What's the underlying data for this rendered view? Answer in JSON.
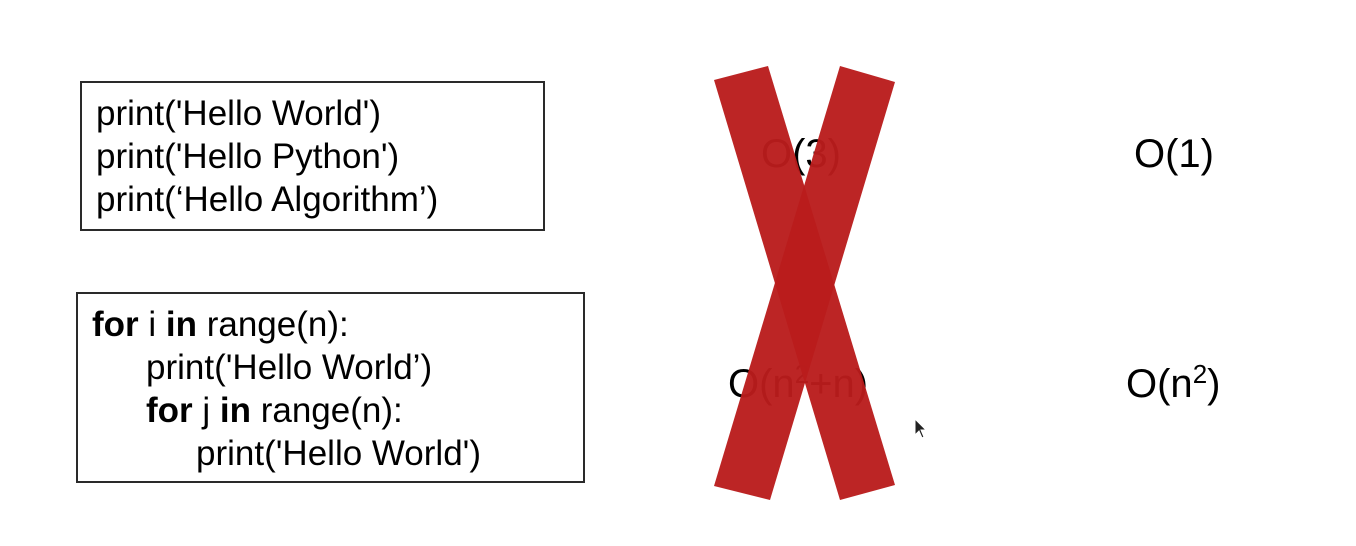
{
  "block_constant": {
    "lines": [
      "print('Hello World')",
      "print('Hello Python')",
      "print(‘Hello Algorithm’)"
    ]
  },
  "block_loop": {
    "line1": {
      "kw1": "for",
      "var": " i ",
      "kw2": "in",
      "rest": " range(n):"
    },
    "line2": "print('Hello World’)",
    "line3": {
      "kw1": "for",
      "var": " j ",
      "kw2": "in",
      "rest": " range(n):"
    },
    "line4": "print('Hello World')"
  },
  "wrong_answers": {
    "constant": "O(3)",
    "loop_base": "O(n",
    "loop_sup": "2",
    "loop_tail": "+n)"
  },
  "correct_answers": {
    "constant": "O(1)",
    "loop_base": "O(n",
    "loop_sup": "2",
    "loop_tail": ")"
  },
  "cross_mark": {
    "icon": "red-x-icon",
    "color": "#b91c1c"
  }
}
